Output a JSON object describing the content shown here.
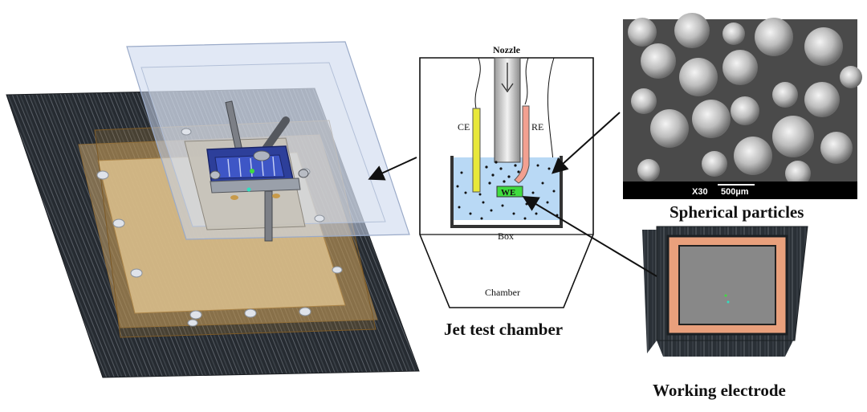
{
  "chamber": {
    "nozzle_label": "Nozzle",
    "ce_label": "CE",
    "re_label": "RE",
    "we_label": "WE",
    "box_label": "Box",
    "chamber_label": "Chamber"
  },
  "micrograph": {
    "magnification": "X30",
    "scale_bar": "500µm"
  },
  "captions": {
    "jet_test_chamber": "Jet test chamber",
    "spherical_particles": "Spherical particles",
    "working_electrode": "Working electrode"
  },
  "colors": {
    "counter_electrode": "#e8e83a",
    "reference_electrode": "#f2a090",
    "working_electrode": "#3fdc3f",
    "slurry": "#b9d9f5",
    "copper_frame": "#e9a07c",
    "electrode_surface": "#888888",
    "base_plate": "#2b3138"
  }
}
